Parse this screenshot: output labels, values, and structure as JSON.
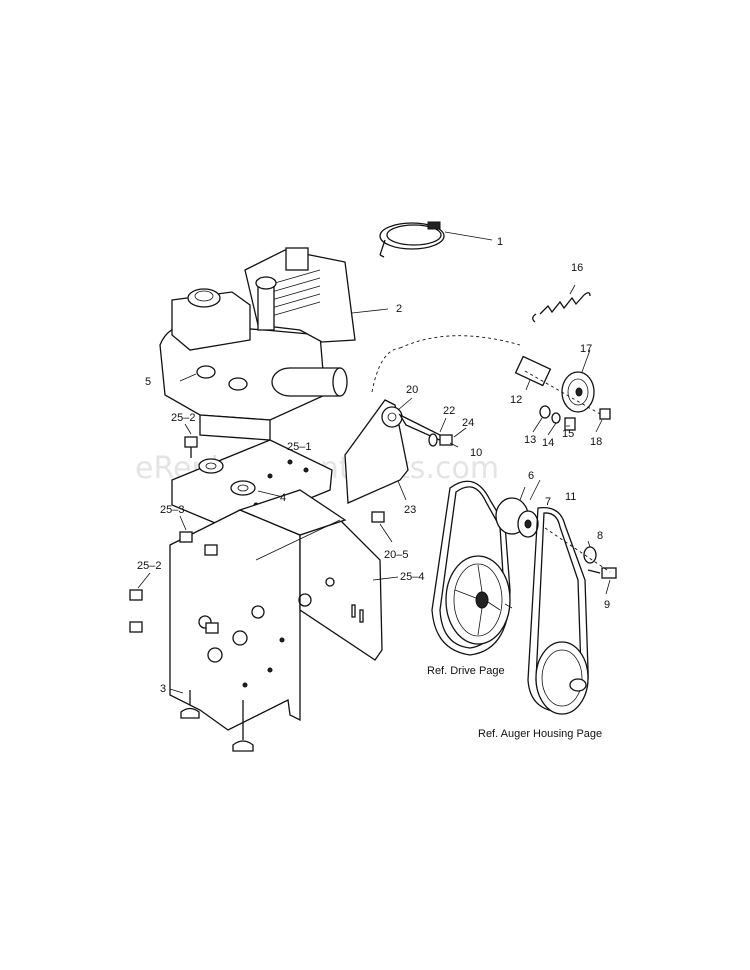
{
  "watermark": "eReplacementParts.com",
  "callouts": {
    "c1": "1",
    "c2": "2",
    "c3": "3",
    "c5": "5",
    "c4": "4",
    "c6": "6",
    "c7": "7",
    "c8": "8",
    "c9": "9",
    "c10": "10",
    "c11": "11",
    "c12": "12",
    "c13": "13",
    "c14": "14",
    "c15": "15",
    "c16": "16",
    "c17": "17",
    "c18": "18",
    "c20": "20",
    "c22": "22",
    "c23": "23",
    "c24": "24",
    "c25_1": "25–1",
    "c25_2a": "25–2",
    "c25_2b": "25–2",
    "c25_3": "25–3",
    "c25_4": "25–4",
    "c20_5": "20–5"
  },
  "references": {
    "drive": "Ref. Drive Page",
    "auger": "Ref. Auger Housing Page"
  }
}
